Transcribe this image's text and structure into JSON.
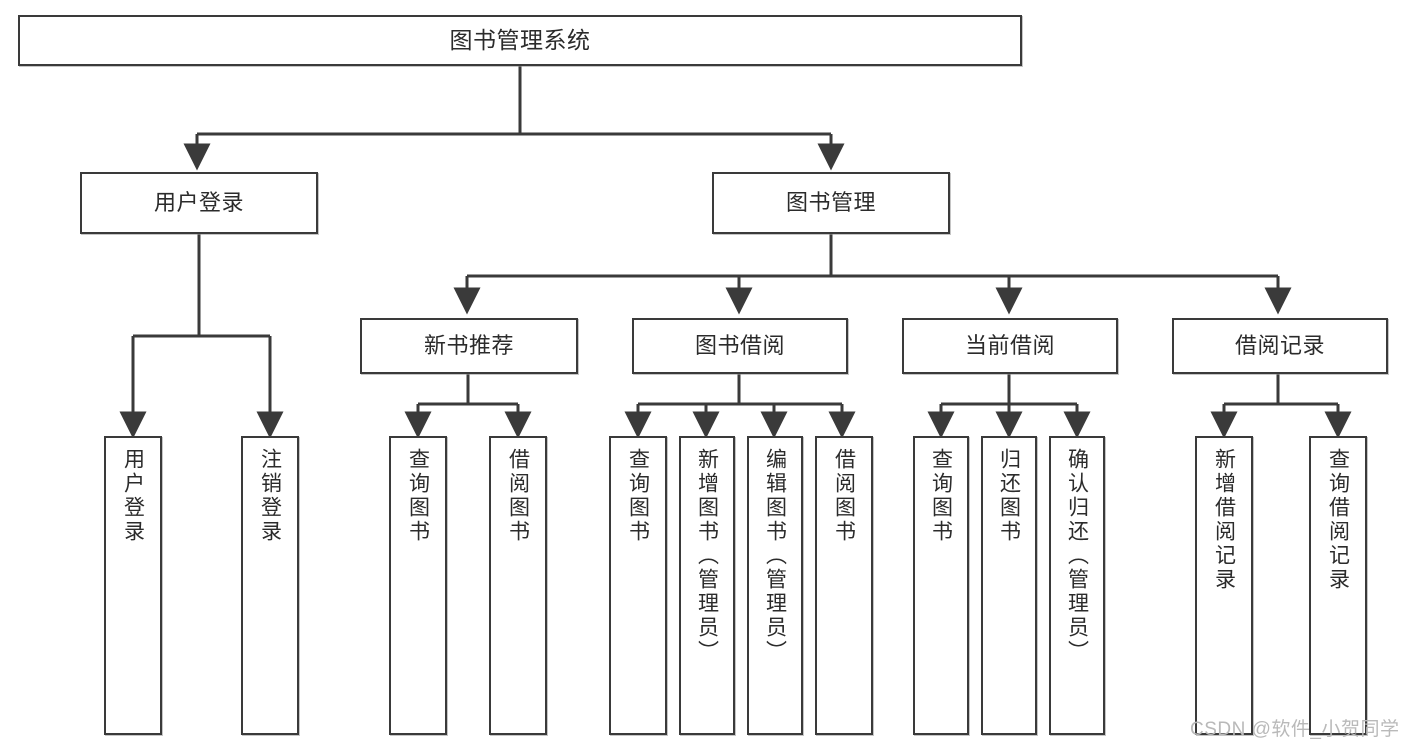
{
  "diagram": {
    "type": "tree-hierarchy",
    "title": "图书管理系统",
    "orientation": "top-down",
    "colors": {
      "box_border": "#3a3a3a",
      "box_fill": "#ffffff",
      "connector": "#3a3a3a",
      "text": "#2b2b2b",
      "watermark": "#b9b9b9",
      "background": "#ffffff"
    },
    "nodes": {
      "root": {
        "label": "图书管理系统",
        "level": 1,
        "orientation": "horizontal"
      },
      "l2": [
        {
          "label": "用户登录",
          "level": 2,
          "orientation": "horizontal"
        },
        {
          "label": "图书管理",
          "level": 2,
          "orientation": "horizontal"
        }
      ],
      "l3": [
        {
          "label": "新书推荐",
          "level": 3,
          "orientation": "horizontal"
        },
        {
          "label": "图书借阅",
          "level": 3,
          "orientation": "horizontal"
        },
        {
          "label": "当前借阅",
          "level": 3,
          "orientation": "horizontal"
        },
        {
          "label": "借阅记录",
          "level": 3,
          "orientation": "horizontal"
        }
      ],
      "leaves": {
        "user_login": [
          {
            "label": "用户登录",
            "orientation": "vertical"
          },
          {
            "label": "注销登录",
            "orientation": "vertical"
          }
        ],
        "new_book_recommend": [
          {
            "label": "查询图书",
            "orientation": "vertical"
          },
          {
            "label": "借阅图书",
            "orientation": "vertical"
          }
        ],
        "book_borrow": [
          {
            "label": "查询图书",
            "orientation": "vertical"
          },
          {
            "label": "新增图书（管理员）",
            "orientation": "vertical"
          },
          {
            "label": "编辑图书（管理员）",
            "orientation": "vertical"
          },
          {
            "label": "借阅图书",
            "orientation": "vertical"
          }
        ],
        "current_borrow": [
          {
            "label": "查询图书",
            "orientation": "vertical"
          },
          {
            "label": "归还图书",
            "orientation": "vertical"
          },
          {
            "label": "确认归还（管理员）",
            "orientation": "vertical"
          }
        ],
        "borrow_records": [
          {
            "label": "新增借阅记录",
            "orientation": "vertical"
          },
          {
            "label": "查询借阅记录",
            "orientation": "vertical"
          }
        ]
      }
    },
    "edges": [
      {
        "from": "图书管理系统",
        "to": "用户登录"
      },
      {
        "from": "图书管理系统",
        "to": "图书管理"
      },
      {
        "from": "用户登录",
        "to": "用户登录"
      },
      {
        "from": "用户登录",
        "to": "注销登录"
      },
      {
        "from": "图书管理",
        "to": "新书推荐"
      },
      {
        "from": "图书管理",
        "to": "图书借阅"
      },
      {
        "from": "图书管理",
        "to": "当前借阅"
      },
      {
        "from": "图书管理",
        "to": "借阅记录"
      },
      {
        "from": "新书推荐",
        "to": "查询图书"
      },
      {
        "from": "新书推荐",
        "to": "借阅图书"
      },
      {
        "from": "图书借阅",
        "to": "查询图书"
      },
      {
        "from": "图书借阅",
        "to": "新增图书（管理员）"
      },
      {
        "from": "图书借阅",
        "to": "编辑图书（管理员）"
      },
      {
        "from": "图书借阅",
        "to": "借阅图书"
      },
      {
        "from": "当前借阅",
        "to": "查询图书"
      },
      {
        "from": "当前借阅",
        "to": "归还图书"
      },
      {
        "from": "当前借阅",
        "to": "确认归还（管理员）"
      },
      {
        "from": "借阅记录",
        "to": "新增借阅记录"
      },
      {
        "from": "借阅记录",
        "to": "查询借阅记录"
      }
    ]
  },
  "watermark": {
    "text": "CSDN @软件_小贺同学"
  }
}
